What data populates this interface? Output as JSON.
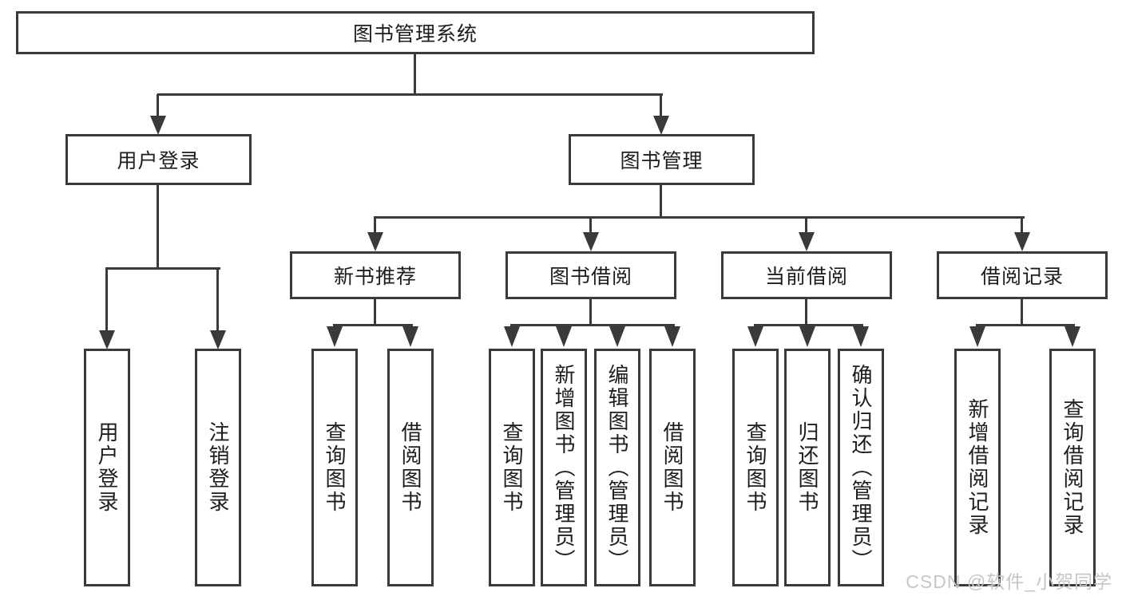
{
  "diagram_title": "图书管理系统",
  "nodes": {
    "root": "图书管理系统",
    "user_login": "用户登录",
    "book_mgmt": "图书管理",
    "level3": [
      "新书推荐",
      "图书借阅",
      "当前借阅",
      "借阅记录"
    ],
    "leaves": {
      "user": [
        "用户登录",
        "注销登录"
      ],
      "recommend": [
        "查询图书",
        "借阅图书"
      ],
      "borrow": [
        "查询图书",
        "新增图书（管理员）",
        "编辑图书（管理员）",
        "借阅图书"
      ],
      "current": [
        "查询图书",
        "归还图书",
        "确认归还（管理员）"
      ],
      "record": [
        "新增借阅记录",
        "查询借阅记录"
      ]
    }
  },
  "watermark": "CSDN @软件_小贺同学",
  "colors": {
    "line": "#3a3a3a",
    "text": "#1d1d1f",
    "background": "#ffffff",
    "watermark": "#c6c6c6"
  }
}
